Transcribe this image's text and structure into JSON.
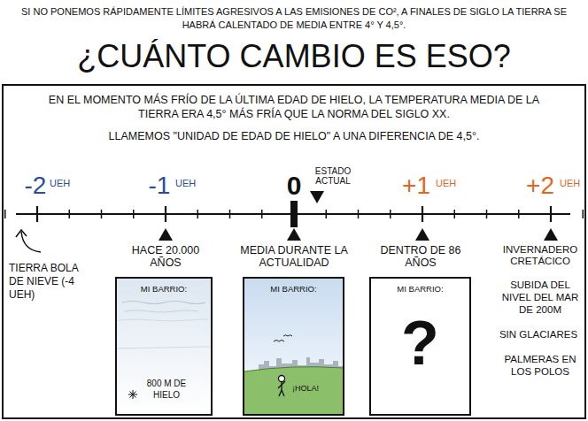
{
  "diagram": {
    "title": "¿CUÁNTO CAMBIO ES ESO?",
    "nodes": [
      {
        "text": [
          "EN EL MOMENTO MÁS FRÍO DE LA ÚLTIMA EDAD DE HIELO, LA TEMPERATURA MEDIA DE LA TIERRA ERA 4,5° MÁS FRÍA QUE LA NORMA DEL SIGLO XX.",
          "LLAMEMOS \"UNIDAD DE EDAD DE HIELO\" A UNA DIFERENCIA DE 4,5°."
        ]
      },
      {
        "text": [
          "MI BARRIO:",
          "800 M DE HIELO"
        ],
        "in": 0
      },
      {
        "text": [
          "MI BARRIO:",
          "¡HOLA!"
        ],
        "in": 0
      },
      {
        "text": [
          "MI BARRIO:",
          "?"
        ],
        "in": 0
      }
    ],
    "labels": [
      "SI NO PONEMOS RÁPIDAMENTE LÍMITES AGRESIVOS A LAS EMISIONES DE CO², A FINALES DE SIGLO LA TIERRA SE HABRÁ CALENTADO DE MEDIA ENTRE 4° Y 4,5°.",
      "-2",
      "UEH",
      "-1",
      "UEH",
      "0",
      "ESTADO ACTUAL",
      "+1",
      "UEH",
      "+2",
      "UEH",
      "TIERRA BOLA DE NIEVE (-4 UEH)",
      "HACE 20.000 AÑOS",
      "MEDIA DURANTE LA ACTUALIDAD",
      "DENTRO DE 86 AÑOS",
      "INVERNADERO CRETÁCICO",
      "SUBIDA DEL NIVEL DEL MAR DE 200M",
      "SIN GLACIARES",
      "PALMERAS EN LOS POLOS"
    ]
  }
}
